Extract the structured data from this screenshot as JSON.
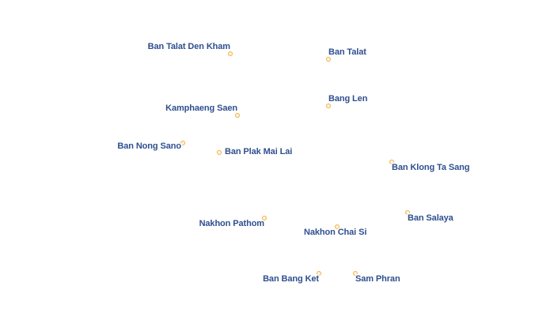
{
  "map": {
    "places": [
      {
        "name": "Ban Talat Den Kham"
      },
      {
        "name": "Ban Talat"
      },
      {
        "name": "Kamphaeng Saen"
      },
      {
        "name": "Bang Len"
      },
      {
        "name": "Ban Nong Sano"
      },
      {
        "name": "Ban Plak Mai Lai"
      },
      {
        "name": "Ban Klong Ta Sang"
      },
      {
        "name": "Nakhon Pathom"
      },
      {
        "name": "Nakhon Chai Si"
      },
      {
        "name": "Ban Salaya"
      },
      {
        "name": "Ban Bang Ket"
      },
      {
        "name": "Sam Phran"
      }
    ],
    "colors": {
      "label": "#2f4f8f",
      "marker_fill": "#fdf3dc",
      "marker_stroke": "#f0b040",
      "background": "#ffffff"
    }
  }
}
